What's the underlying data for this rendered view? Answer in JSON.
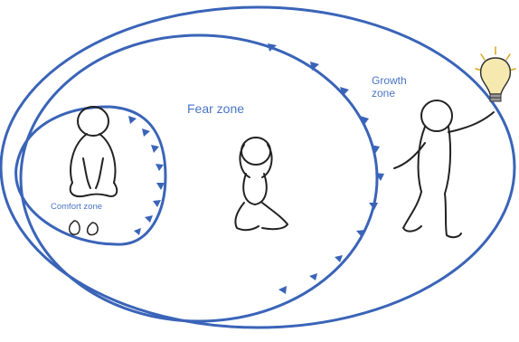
{
  "diagram": {
    "zones": {
      "comfort": {
        "label": "Comfort zone"
      },
      "fear": {
        "label": "Fear zone"
      },
      "growth": {
        "label_line1": "Growth",
        "label_line2": "zone"
      }
    },
    "colors": {
      "boundary": "#3a64b8",
      "label": "#4a74c4",
      "figure_stroke": "#222222",
      "bulb_glass": "#f6e9b0",
      "bulb_rays": "#d8a520"
    },
    "figures": [
      {
        "name": "sitting-person",
        "zone": "comfort"
      },
      {
        "name": "kneeling-person",
        "zone": "fear"
      },
      {
        "name": "walking-person-with-lightbulb",
        "zone": "growth"
      }
    ],
    "icons": [
      "lightbulb-icon",
      "slippers-icon"
    ]
  }
}
